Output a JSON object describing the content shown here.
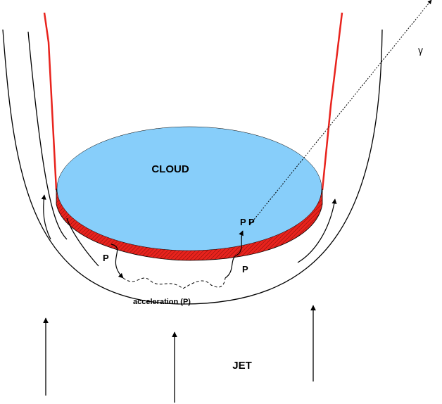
{
  "labels": {
    "cloud": "CLOUD",
    "p_left": "P",
    "p_right": "P",
    "pp": "P P",
    "acceleration": "acceleration (P)",
    "jet": "JET",
    "gamma": "γ"
  },
  "colors": {
    "cloud_fill": "#87cefa",
    "boundary_red": "#e8231d",
    "lines": "#000000"
  }
}
